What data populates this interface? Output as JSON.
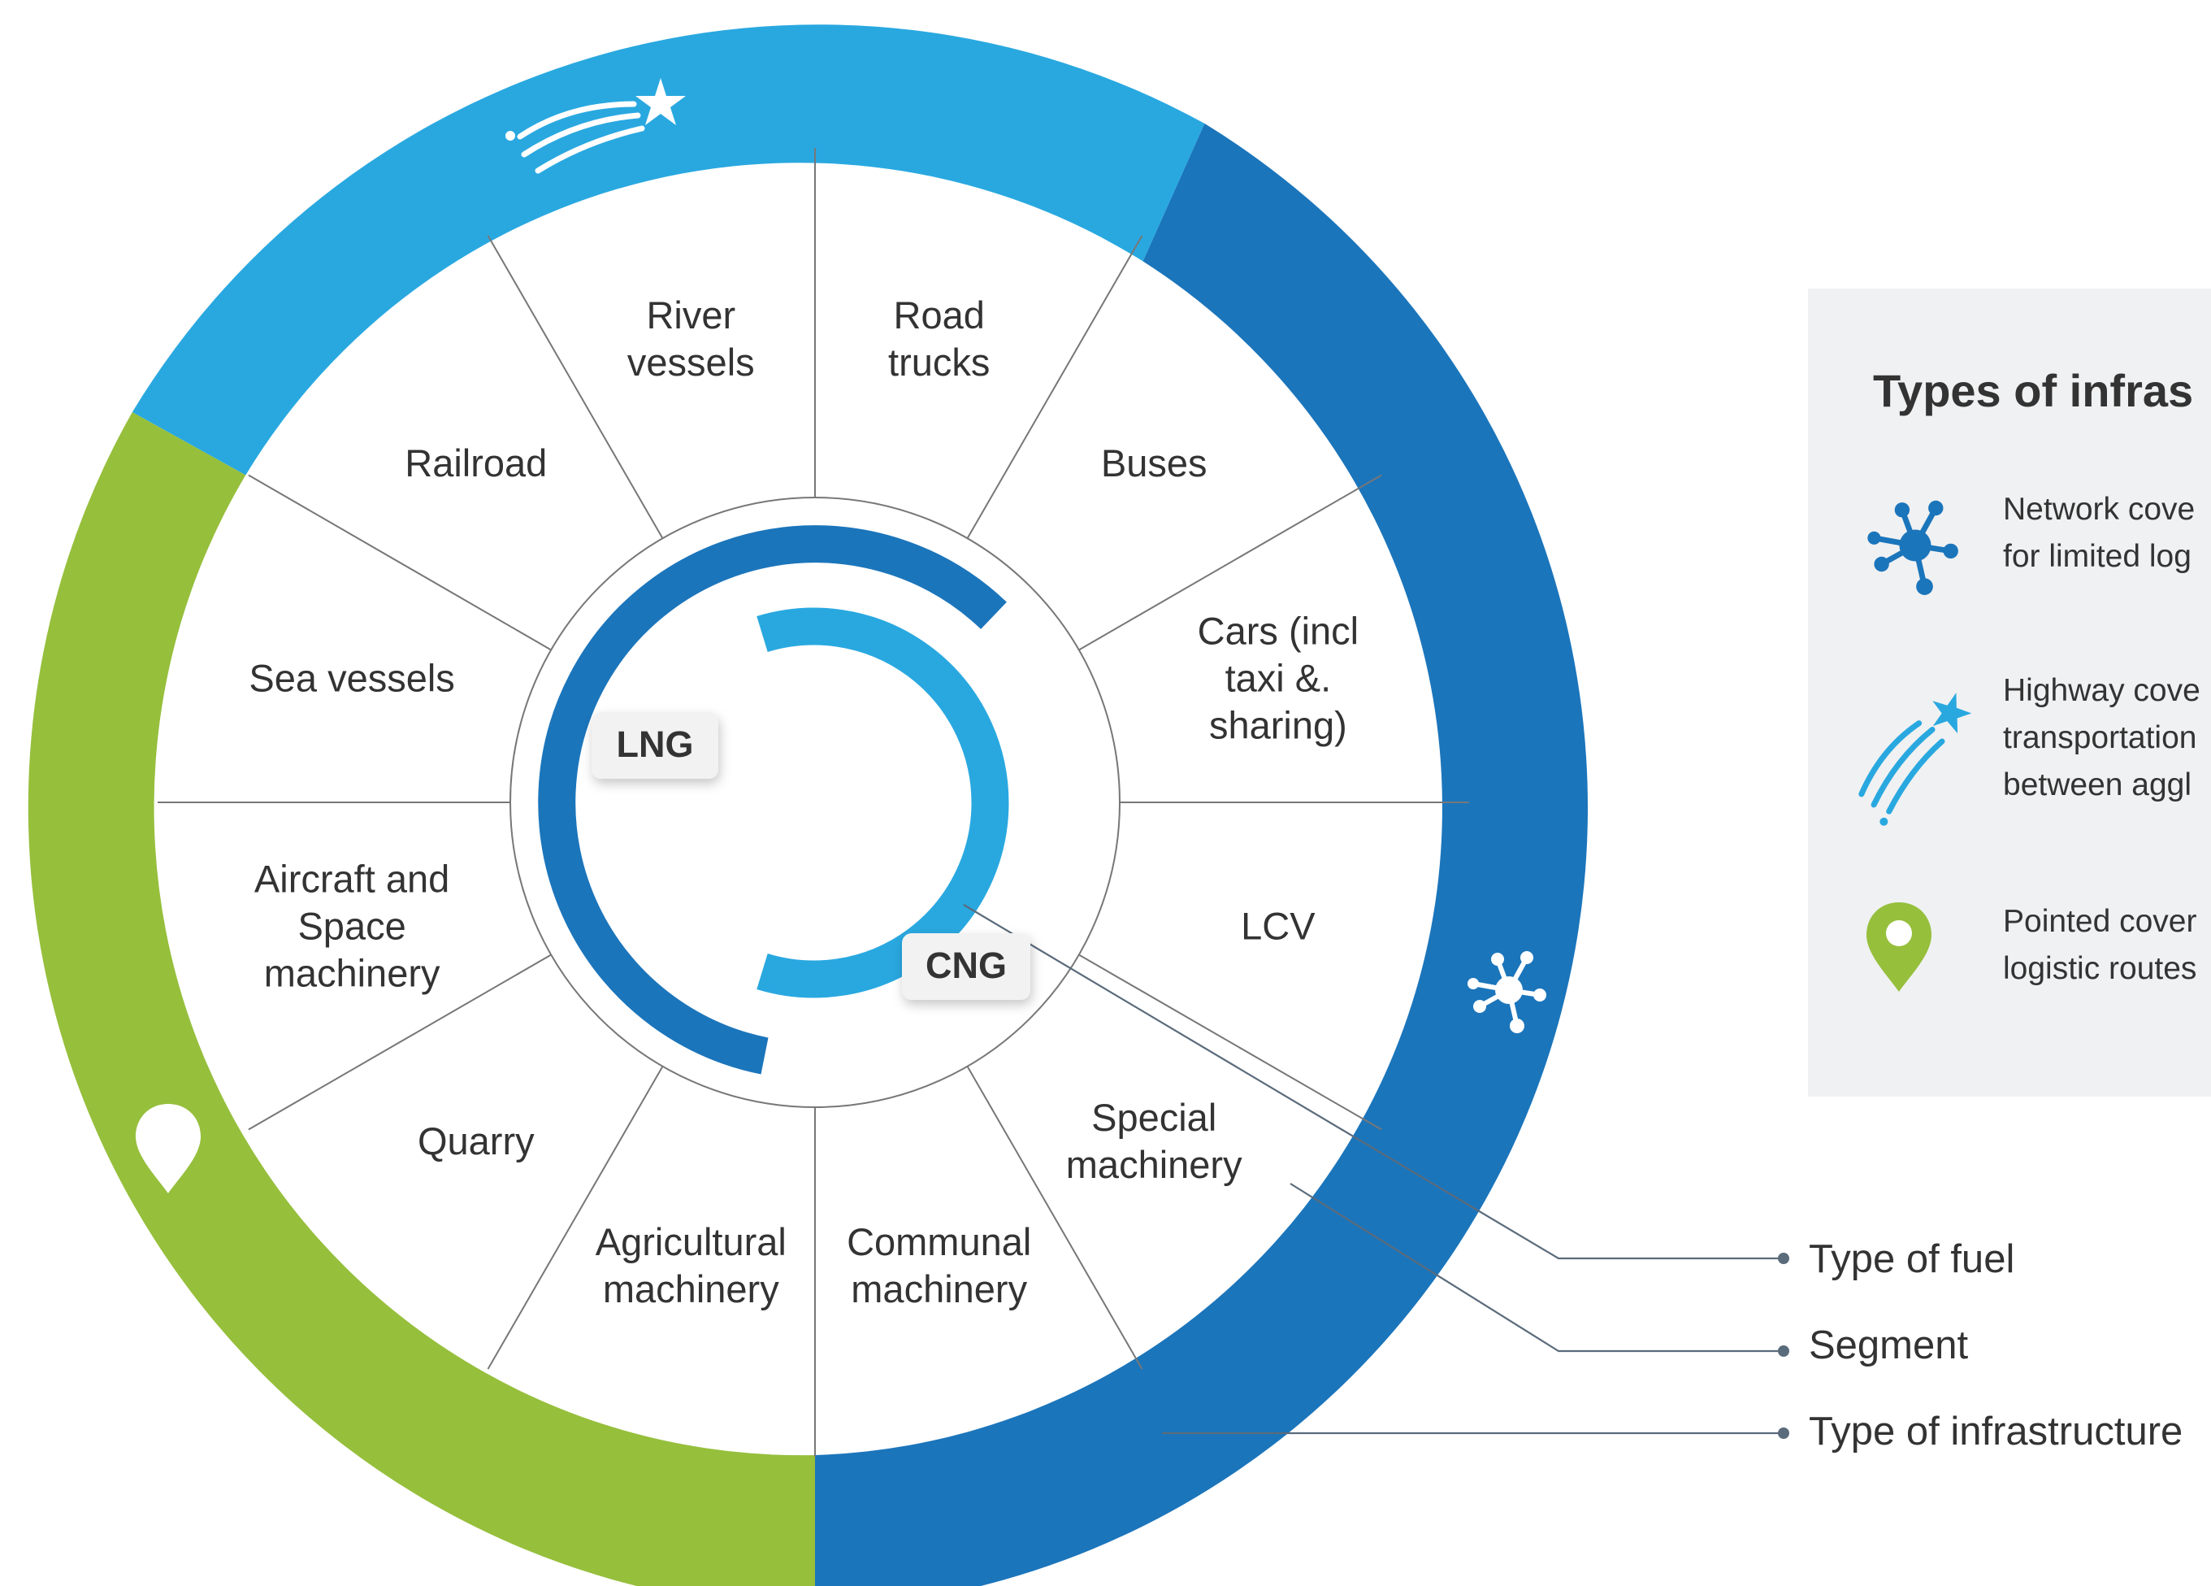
{
  "diagram": {
    "segments": [
      {
        "id": "road-trucks",
        "lines": [
          "Road",
          "trucks"
        ]
      },
      {
        "id": "buses",
        "lines": [
          "Buses"
        ]
      },
      {
        "id": "cars",
        "lines": [
          "Cars (incl",
          "taxi &.",
          "sharing)"
        ]
      },
      {
        "id": "lcv",
        "lines": [
          "LCV"
        ]
      },
      {
        "id": "special-machinery",
        "lines": [
          "Special",
          "machinery"
        ]
      },
      {
        "id": "communal-machinery",
        "lines": [
          "Communal",
          "machinery"
        ]
      },
      {
        "id": "agricultural-machinery",
        "lines": [
          "Agricultural",
          "machinery"
        ]
      },
      {
        "id": "quarry",
        "lines": [
          "Quarry"
        ]
      },
      {
        "id": "aircraft-space",
        "lines": [
          "Aircraft and",
          "Space",
          "machinery"
        ]
      },
      {
        "id": "sea-vessels",
        "lines": [
          "Sea vessels"
        ]
      },
      {
        "id": "railroad",
        "lines": [
          "Railroad"
        ]
      },
      {
        "id": "river-vessels",
        "lines": [
          "River",
          "vessels"
        ]
      }
    ],
    "fuels": {
      "lng": "LNG",
      "cng": "CNG"
    },
    "callouts": {
      "type_of_fuel": "Type of fuel",
      "segment": "Segment",
      "type_of_infrastructure": "Type of infrastructure"
    },
    "colors": {
      "network_blue": "#1b75bb",
      "highway_blue": "#29a8e0",
      "pointed_green": "#96bf3c",
      "lng_blue": "#1b75bb",
      "cng_blue": "#29a8e0",
      "legend_bg": "#f0f1f2",
      "line_grey": "#777777"
    },
    "ring_icons": [
      "shooting-star-icon",
      "network-icon",
      "map-pin-icon"
    ]
  },
  "legend": {
    "title": "Types of infras",
    "items": [
      {
        "icon": "network-icon",
        "lines": [
          "Network cove",
          "for limited log"
        ]
      },
      {
        "icon": "shooting-star-icon",
        "lines": [
          "Highway cove",
          "transportation",
          "between aggl"
        ]
      },
      {
        "icon": "map-pin-icon",
        "lines": [
          "Pointed cover",
          "logistic routes"
        ]
      }
    ]
  }
}
